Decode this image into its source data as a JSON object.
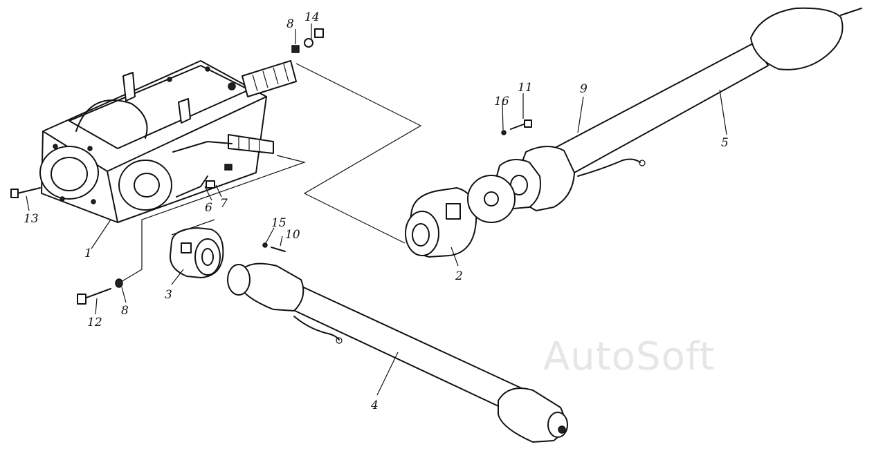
{
  "watermark": "AutoSoft",
  "callouts": [
    {
      "text": "1"
    },
    {
      "text": "2"
    },
    {
      "text": "3"
    },
    {
      "text": "4"
    },
    {
      "text": "5"
    },
    {
      "text": "6"
    },
    {
      "text": "7"
    },
    {
      "text": "8"
    },
    {
      "text": "8"
    },
    {
      "text": "9"
    },
    {
      "text": "10"
    },
    {
      "text": "11"
    },
    {
      "text": "12"
    },
    {
      "text": "13"
    },
    {
      "text": "14"
    },
    {
      "text": "15"
    },
    {
      "text": "16"
    }
  ]
}
